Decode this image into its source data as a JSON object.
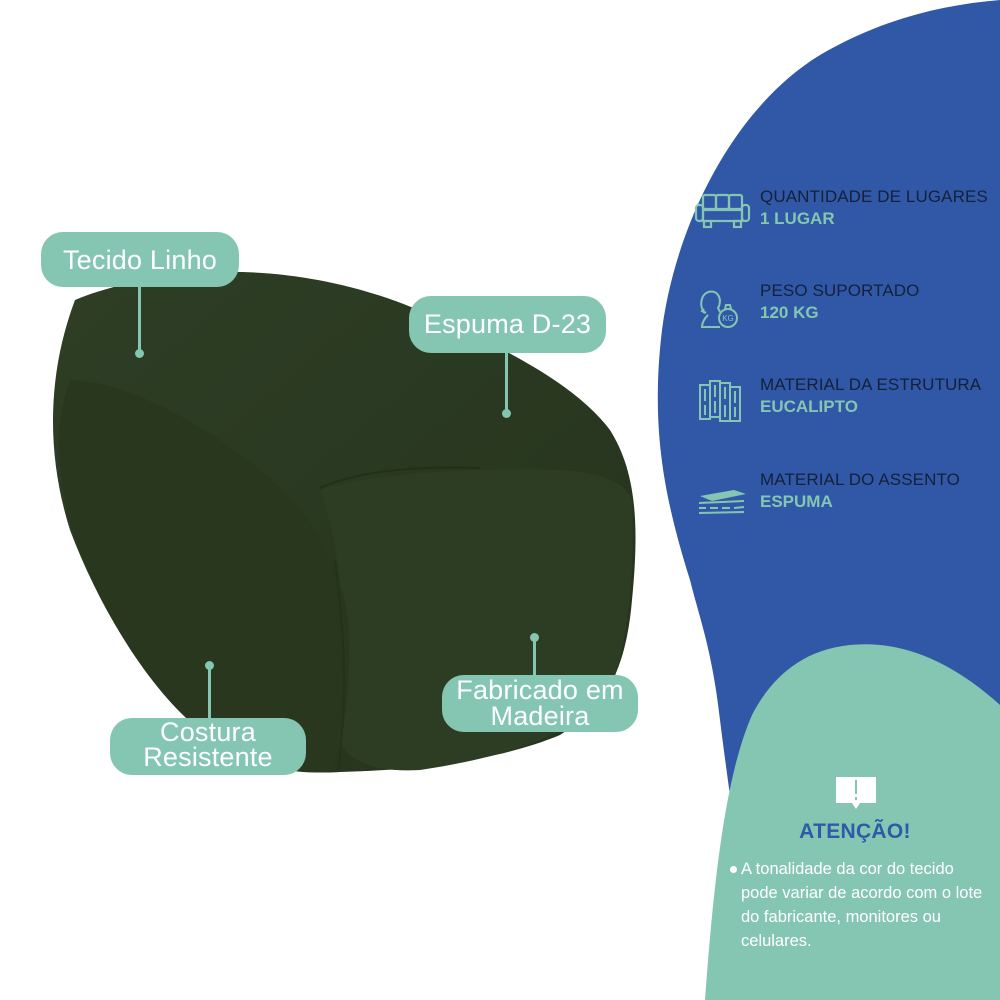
{
  "colors": {
    "blue_panel": "#3058a6",
    "teal_accent": "#85c6b3",
    "chair_green": "#2b3a22",
    "spec_title": "#15203a",
    "attention_title": "#2f5aa7",
    "white": "#ffffff"
  },
  "product": {
    "image_alt": "green-armchair",
    "callouts": [
      {
        "label": "Tecido Linho"
      },
      {
        "label": "Espuma D-23"
      },
      {
        "label_line1": "Costura",
        "label_line2": "Resistente"
      },
      {
        "label_line1": "Fabricado em",
        "label_line2": "Madeira"
      }
    ]
  },
  "specs": [
    {
      "icon": "sofa-icon",
      "title": "QUANTIDADE DE LUGARES",
      "value": "1 LUGAR"
    },
    {
      "icon": "weight-person-icon",
      "title": "PESO SUPORTADO",
      "value": "120 KG",
      "icon_text": "KG"
    },
    {
      "icon": "wood-planks-icon",
      "title": "MATERIAL DA ESTRUTURA",
      "value": "EUCALIPTO"
    },
    {
      "icon": "foam-layers-icon",
      "title": "MATERIAL DO ASSENTO",
      "value": "ESPUMA"
    }
  ],
  "attention": {
    "icon": "alert-book-icon",
    "title": "ATENÇÃO!",
    "text": "A tonalidade da cor do tecido pode variar de acordo com o lote do fabricante, monitores ou celulares."
  }
}
